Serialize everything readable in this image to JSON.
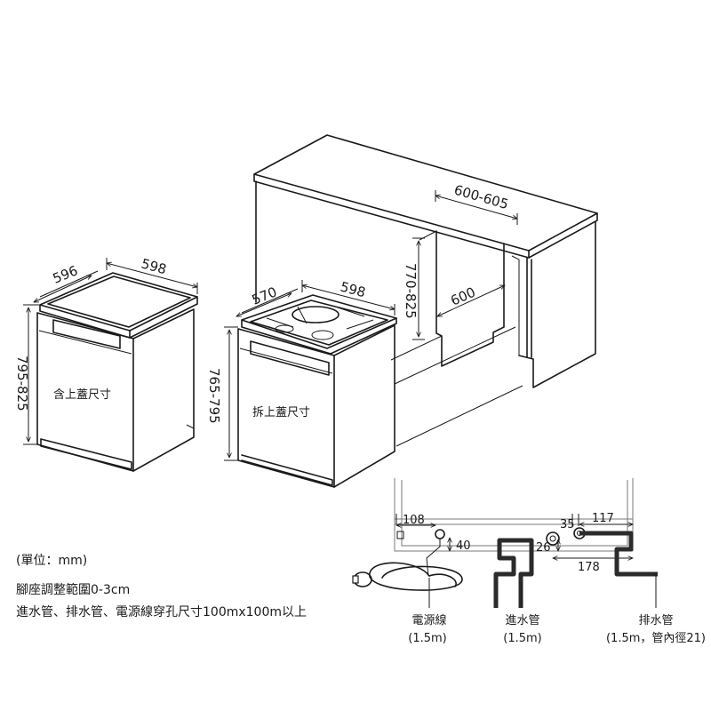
{
  "dims": {
    "left_depth": "596",
    "left_width": "598",
    "left_height": "795-825",
    "mid_depth": "570",
    "mid_width": "598",
    "mid_height": "765-795",
    "cab_width": "600-605",
    "cab_height": "770-825",
    "cab_depth": "600",
    "d108": "108",
    "d40": "40",
    "d35": "35",
    "d117": "117",
    "d26": "26",
    "d178": "178"
  },
  "labels": {
    "with_lid": "含上蓋尺寸",
    "without_lid": "拆上蓋尺寸",
    "power_cord": "電源線",
    "power_cord_len": "(1.5m)",
    "inlet_hose": "進水管",
    "inlet_hose_len": "(1.5m)",
    "drain_hose": "排水管",
    "drain_hose_len": "(1.5m，管內徑21)"
  },
  "notes": {
    "unit": "(單位：mm)",
    "feet": "腳座調整範圍0-3cm",
    "holes": "進水管、排水管、電源線穿孔尺寸100mx100m以上"
  },
  "colors": {
    "line": "#1a1a1a",
    "hose": "#2b2b2b"
  }
}
